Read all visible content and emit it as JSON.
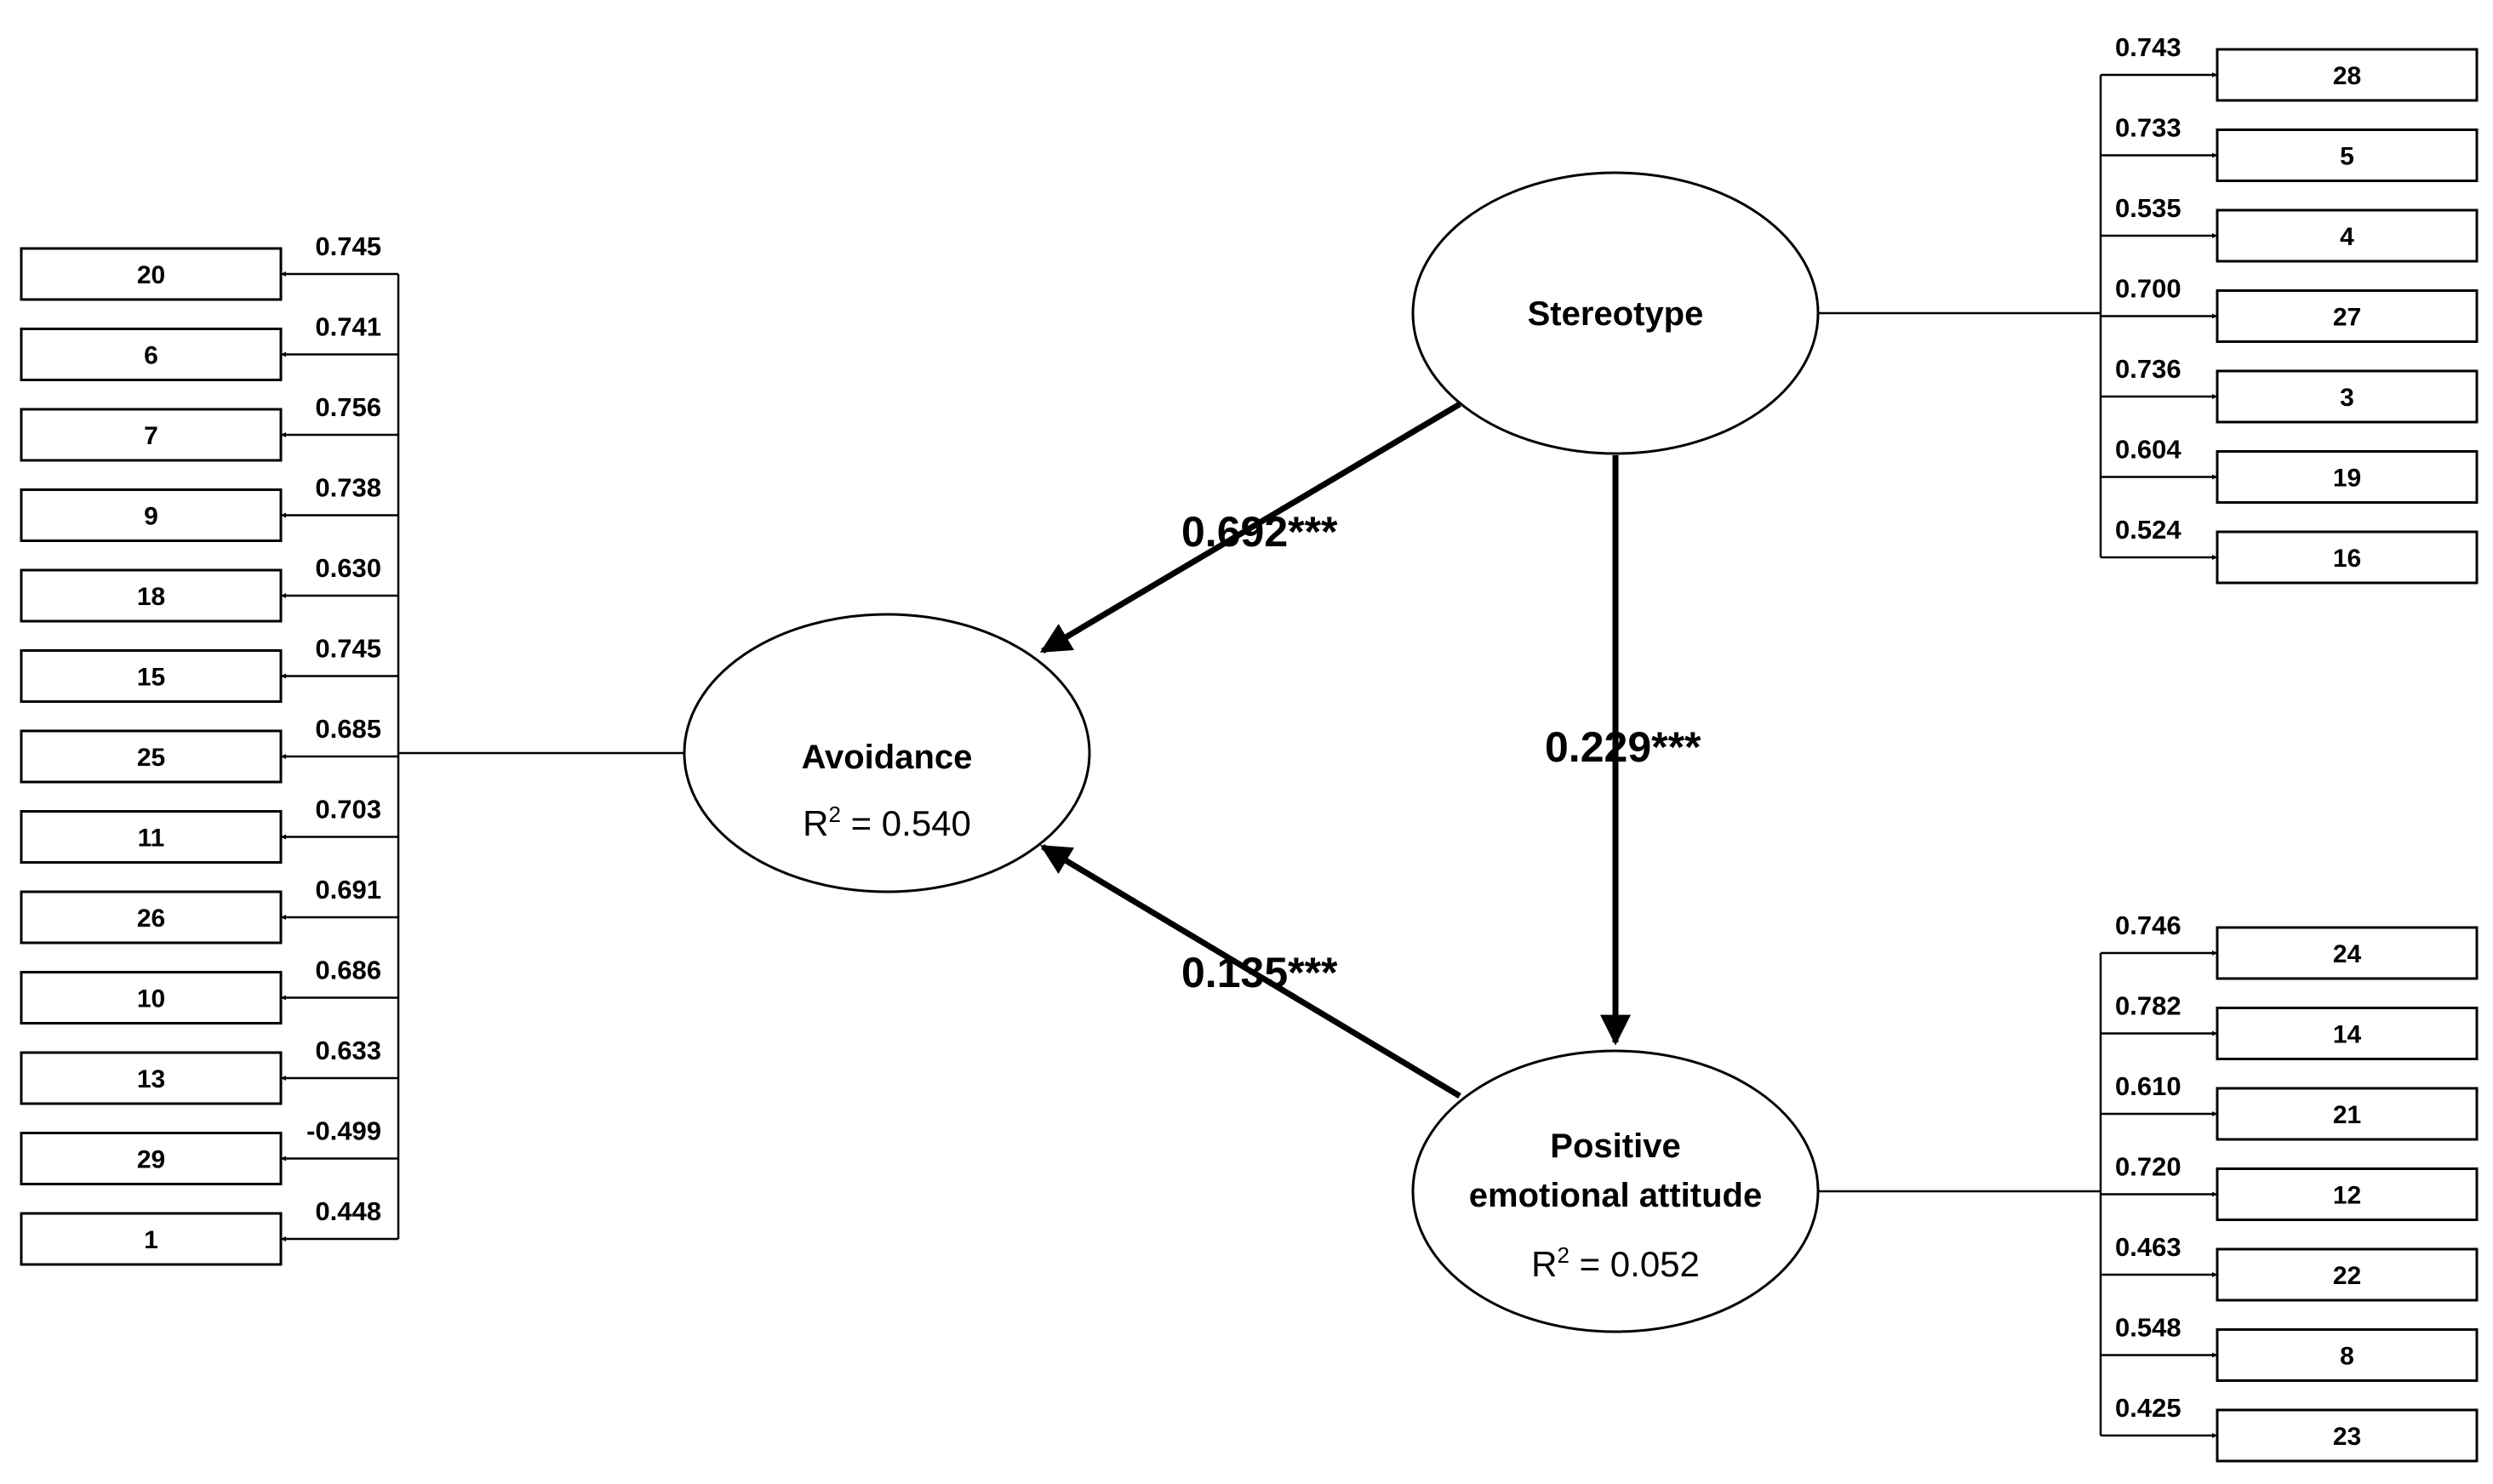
{
  "constructs": {
    "stereotype": {
      "name": "Stereotype"
    },
    "avoidance": {
      "name": "Avoidance",
      "r2_prefix": "R",
      "r2_exp": "2",
      "r2_value": " = 0.540"
    },
    "positive": {
      "name_line1": "Positive",
      "name_line2": "emotional attitude",
      "r2_prefix": "R",
      "r2_exp": "2",
      "r2_value": " = 0.052"
    }
  },
  "paths": [
    {
      "from": "Stereotype",
      "to": "Avoidance",
      "label": "0.692***"
    },
    {
      "from": "Stereotype",
      "to": "Positive emotional attitude",
      "label": "0.229***"
    },
    {
      "from": "Positive emotional attitude",
      "to": "Avoidance",
      "label": "0.135***"
    }
  ],
  "indicators": {
    "avoidance": [
      {
        "item": "20",
        "loading": "0.745"
      },
      {
        "item": "6",
        "loading": "0.741"
      },
      {
        "item": "7",
        "loading": "0.756"
      },
      {
        "item": "9",
        "loading": "0.738"
      },
      {
        "item": "18",
        "loading": "0.630"
      },
      {
        "item": "15",
        "loading": "0.745"
      },
      {
        "item": "25",
        "loading": "0.685"
      },
      {
        "item": "11",
        "loading": "0.703"
      },
      {
        "item": "26",
        "loading": "0.691"
      },
      {
        "item": "10",
        "loading": "0.686"
      },
      {
        "item": "13",
        "loading": "0.633"
      },
      {
        "item": "29",
        "loading": "-0.499"
      },
      {
        "item": "1",
        "loading": "0.448"
      }
    ],
    "stereotype": [
      {
        "item": "28",
        "loading": "0.743"
      },
      {
        "item": "5",
        "loading": "0.733"
      },
      {
        "item": "4",
        "loading": "0.535"
      },
      {
        "item": "27",
        "loading": "0.700"
      },
      {
        "item": "3",
        "loading": "0.736"
      },
      {
        "item": "19",
        "loading": "0.604"
      },
      {
        "item": "16",
        "loading": "0.524"
      }
    ],
    "positive": [
      {
        "item": "24",
        "loading": "0.746"
      },
      {
        "item": "14",
        "loading": "0.782"
      },
      {
        "item": "21",
        "loading": "0.610"
      },
      {
        "item": "12",
        "loading": "0.720"
      },
      {
        "item": "22",
        "loading": "0.463"
      },
      {
        "item": "8",
        "loading": "0.548"
      },
      {
        "item": "23",
        "loading": "0.425"
      }
    ]
  }
}
